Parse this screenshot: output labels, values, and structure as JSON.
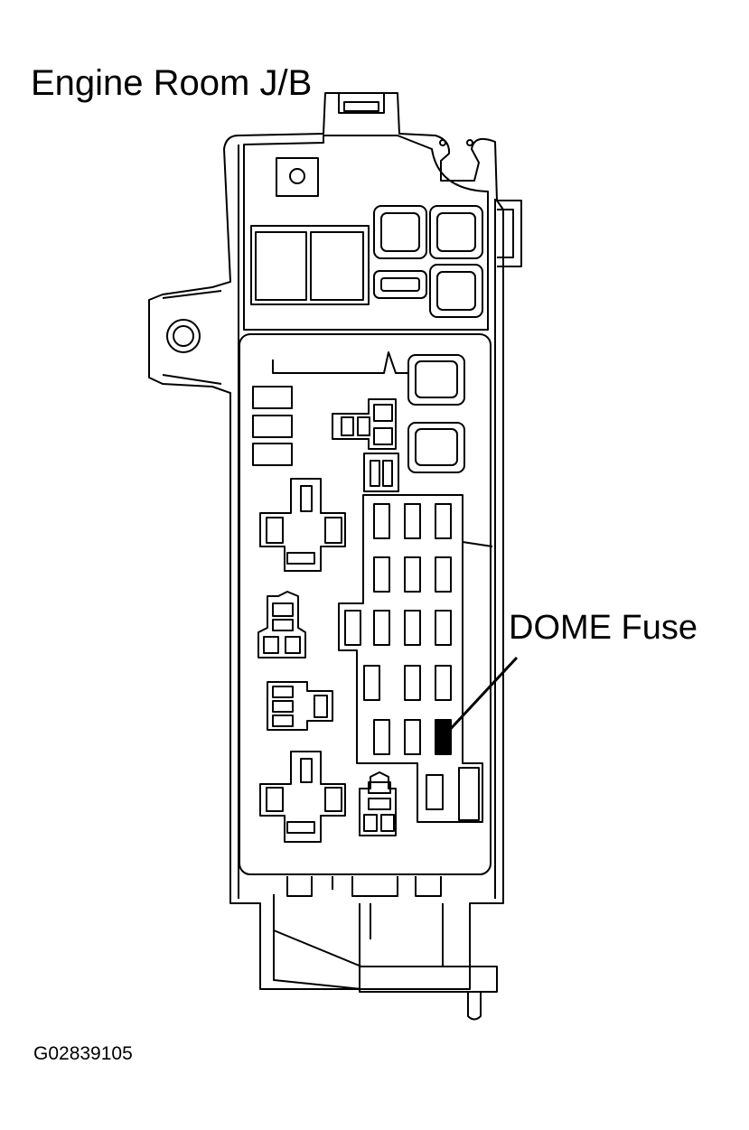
{
  "diagram": {
    "title": "Engine Room J/B",
    "callout": "DOME Fuse",
    "figure_code": "G02839105",
    "highlight_color": "#000000",
    "line_color": "#000000",
    "background": "#ffffff"
  }
}
